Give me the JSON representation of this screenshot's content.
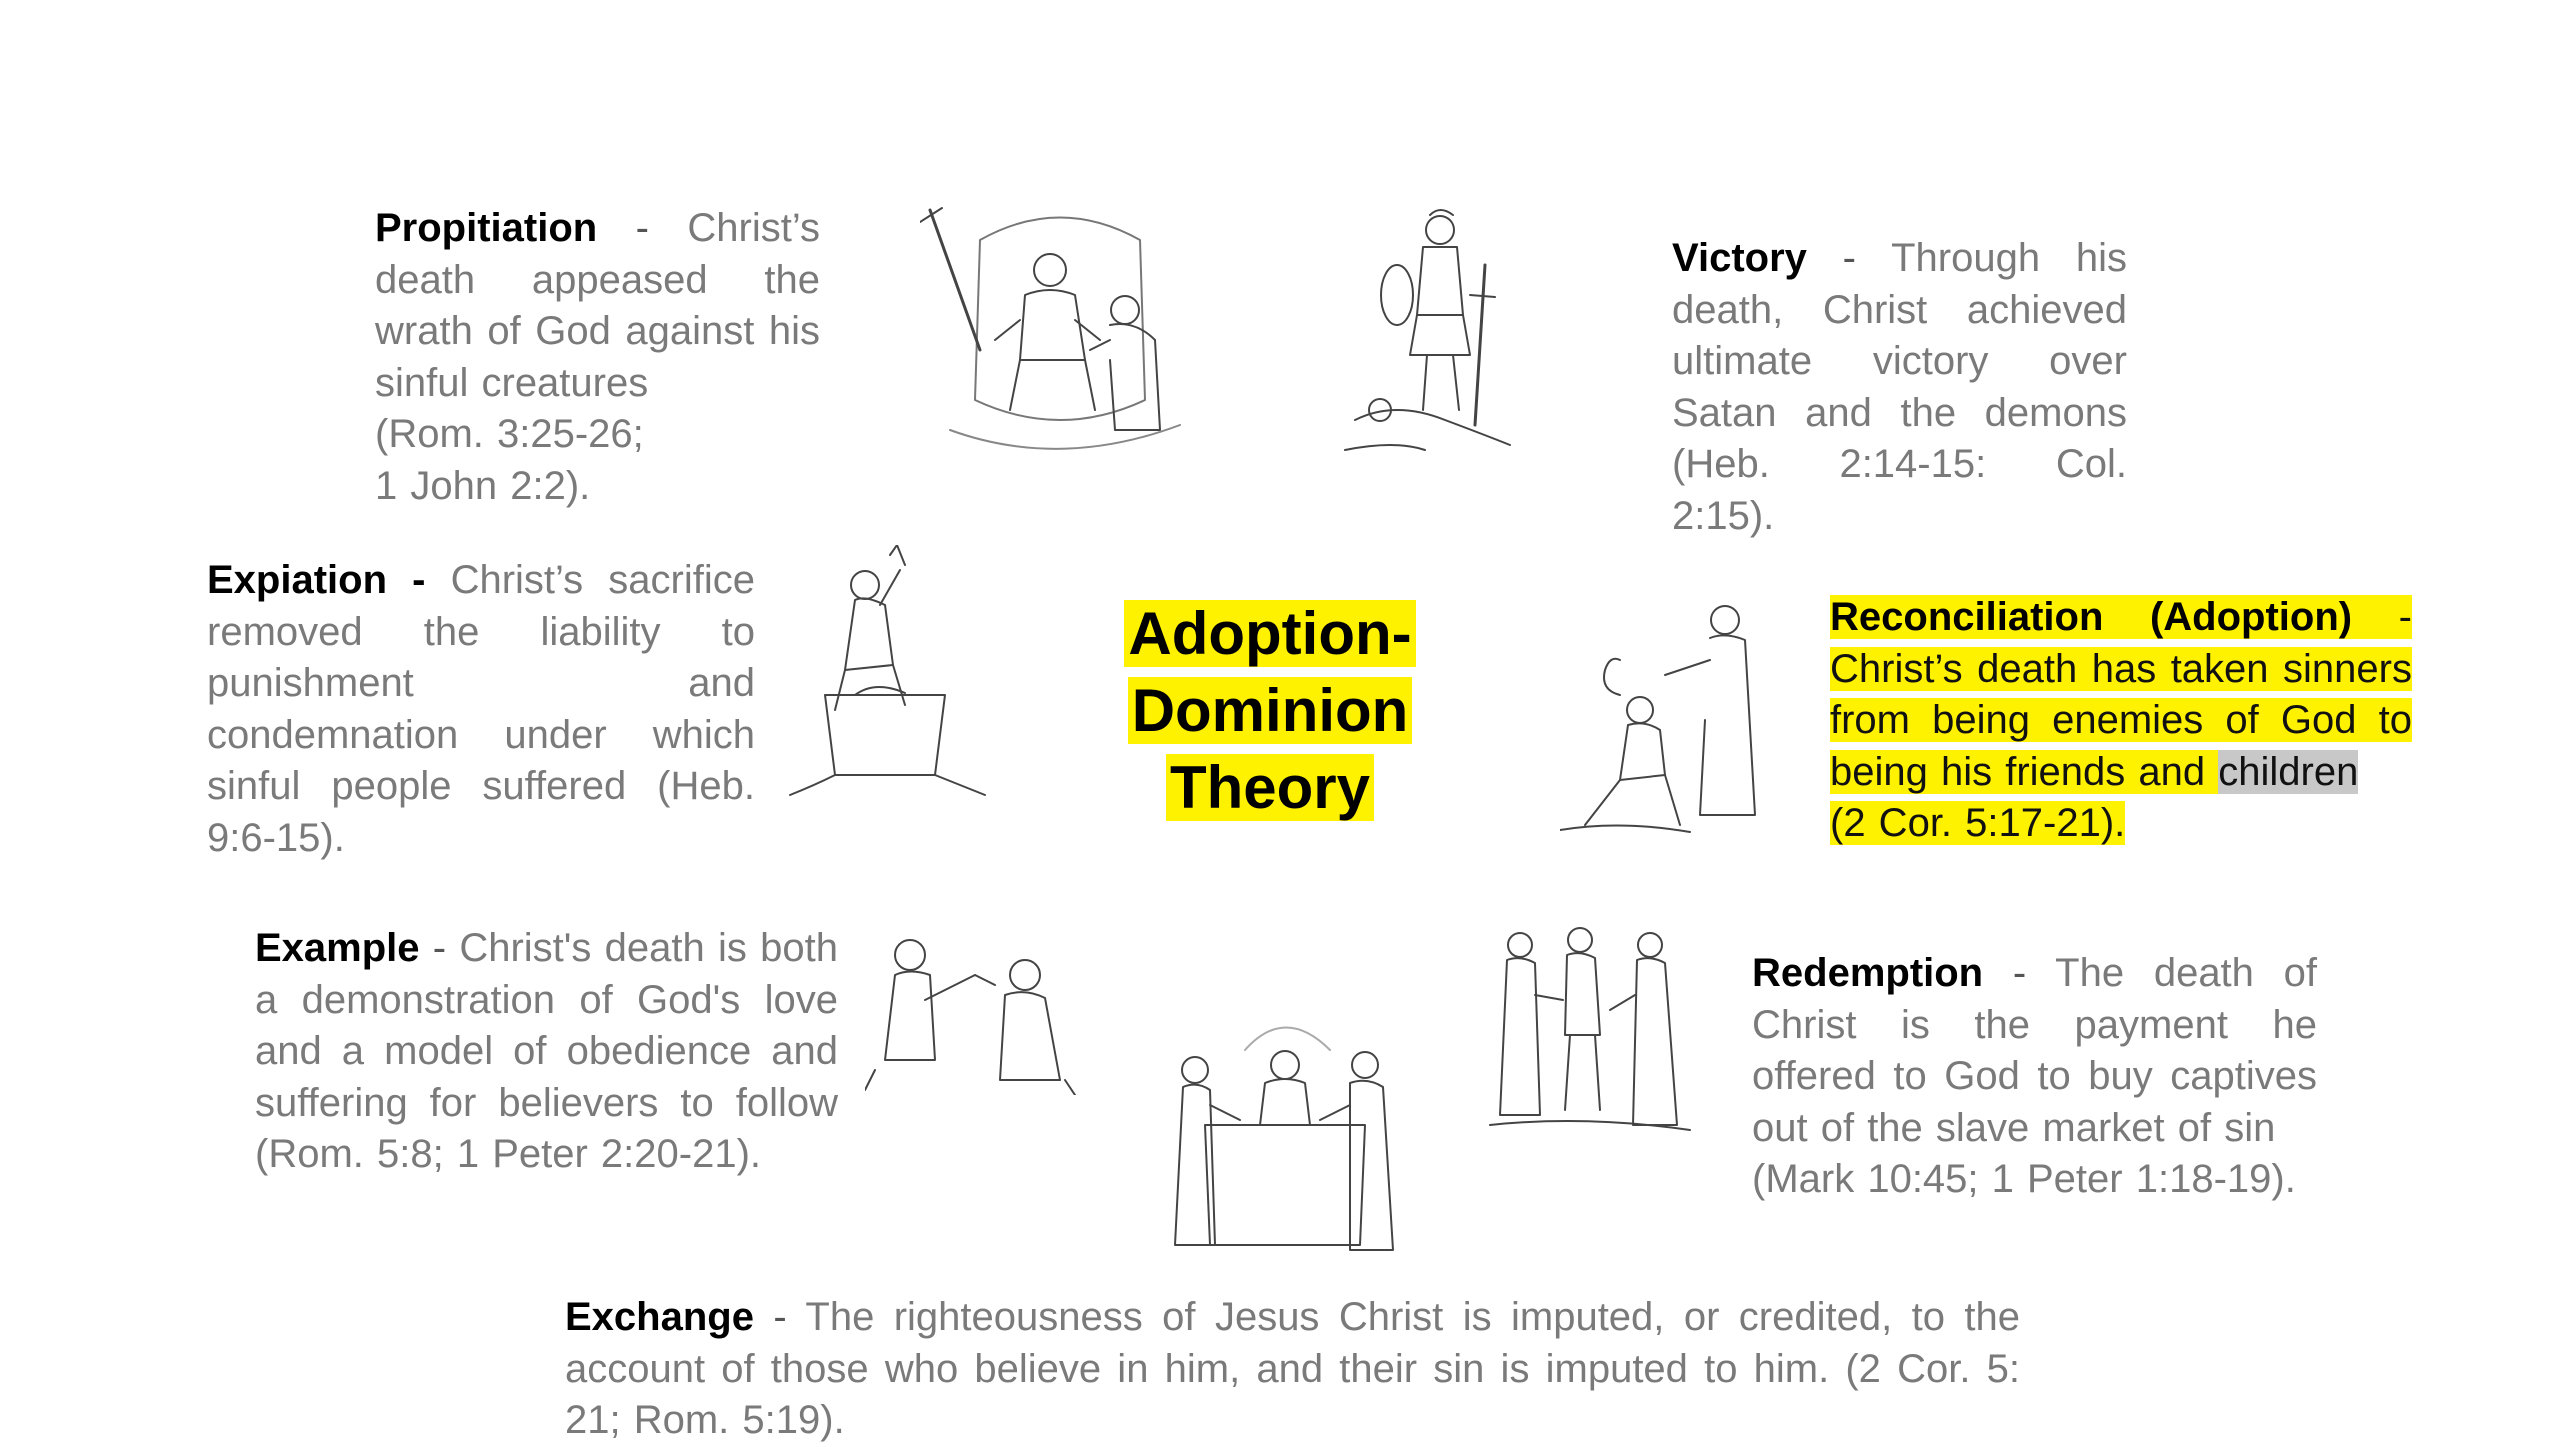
{
  "title": {
    "line1": "Adoption-",
    "line2": "Dominion",
    "line3": "Theory"
  },
  "propitiation": {
    "term": "Propitiation",
    "dash": " - ",
    "text": "Christ’s death appeased the wrath of God against his sinful creatures",
    "ref1": "(Rom. 3:25-26;",
    "ref2": "1 John 2:2)."
  },
  "victory": {
    "term": "Victory",
    "dash": " - ",
    "text": "Through his death, Christ achieved ultimate victory over Satan and the demons (Heb. 2:14-15: Col. 2:15)."
  },
  "expiation": {
    "term": "Expiation -",
    "text": " Christ’s sacrifice removed the liability to punishment and condemnation under which sinful people suffered (Heb. 9:6-15)."
  },
  "reconciliation": {
    "term": "Reconciliation (Adoption)",
    "dash": " -",
    "text": " Christ’s death has taken sinners from being enemies of God to being his friends and ",
    "highlighted_word": "children",
    "ref": "(2 Cor. 5:17-21)."
  },
  "example": {
    "term": "Example",
    "dash": " - ",
    "text": "Christ's death is both a demonstration of God's love and a model of obedience and suffering for believers to follow (Rom. 5:8; 1 Peter 2:20-21)."
  },
  "redemption": {
    "term": "Redemption",
    "dash": " - ",
    "text": "The death of Christ is the payment he offered to God to buy captives out of the slave market of sin",
    "ref": "(Mark 10:45; 1 Peter 1:18-19)."
  },
  "exchange": {
    "term": "Exchange",
    "dash": " - ",
    "text": "The righteousness of Jesus Christ is imputed, or credited, to the account of those who believe in him, and their sin is imputed to him. (2 Cor. 5: 21; Rom. 5:19)."
  },
  "colors": {
    "highlight": "#fff200",
    "body_text": "#7a7a7a",
    "term_text": "#000000",
    "gray_highlight": "#c8c8c8"
  },
  "illustrations": [
    "throne-kneeling-illustration",
    "warrior-victory-illustration",
    "altar-sacrifice-illustration",
    "adoption-kneeling-illustration",
    "teaching-example-illustration",
    "exchange-table-illustration",
    "redemption-market-illustration"
  ]
}
